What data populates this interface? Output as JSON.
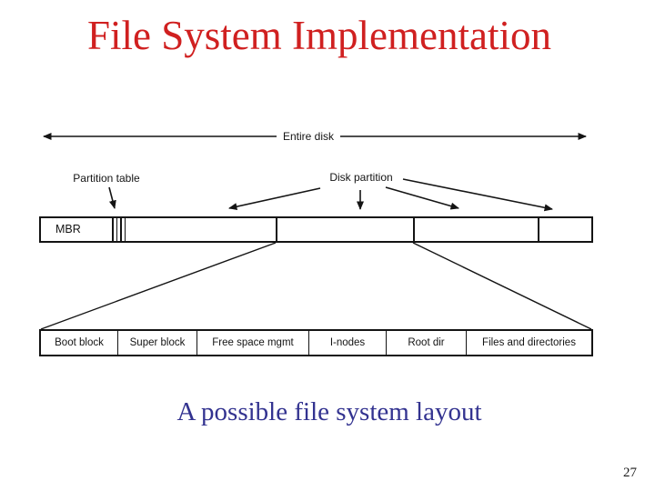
{
  "slide": {
    "title": "File System Implementation",
    "caption": "A possible file system layout",
    "page_number": "27"
  },
  "colors": {
    "title_red": "#d02020",
    "caption_blue": "#333390",
    "diagram_ink": "#141414",
    "background": "#ffffff"
  },
  "diagram": {
    "entire_disk_label": "Entire disk",
    "partition_table_label": "Partition table",
    "disk_partition_label": "Disk partition",
    "mbr_label": "MBR",
    "top_bar_sections": [
      "MBR",
      "Partition table (hatched)",
      "Partition 1",
      "Partition 2",
      "Partition 3",
      "Partition 4"
    ],
    "bottom_cells": [
      {
        "label": "Boot block"
      },
      {
        "label": "Super block"
      },
      {
        "label": "Free space mgmt"
      },
      {
        "label": "I-nodes"
      },
      {
        "label": "Root dir"
      },
      {
        "label": "Files and directories"
      }
    ]
  }
}
